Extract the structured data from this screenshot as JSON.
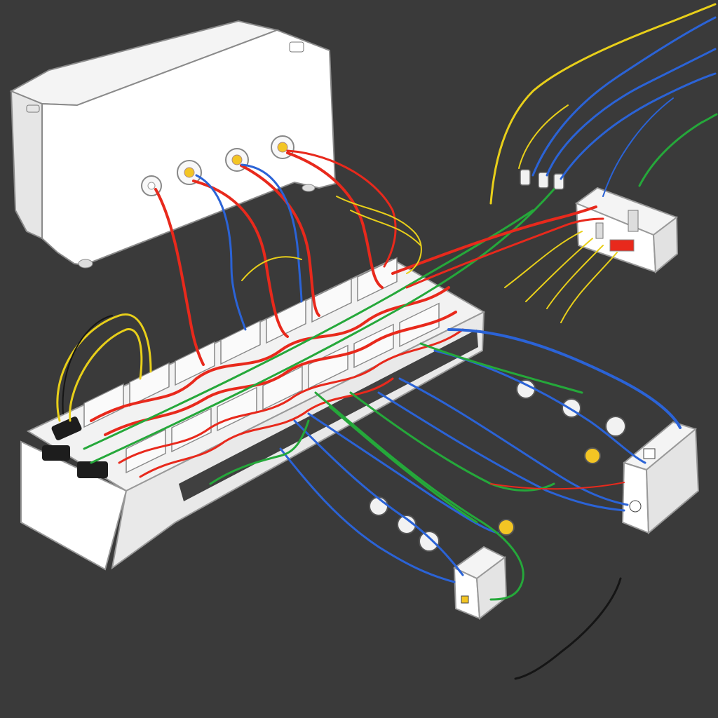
{
  "diagram": {
    "kind": "wiring-illustration",
    "background": "#3a3a3a",
    "wire_colors": {
      "red": "#e8291c",
      "blue": "#2b63d6",
      "green": "#25a83a",
      "yellow": "#e8cf1a",
      "black": "#151515"
    },
    "components": [
      "main-enclosure",
      "terminal-rail",
      "right-junction-box",
      "lower-right-junction-box",
      "lower-center-junction-box",
      "connector-cluster-top",
      "connector-cluster-right",
      "connector-cluster-bottom"
    ],
    "enclosure_ports": 4,
    "visible_text": []
  }
}
